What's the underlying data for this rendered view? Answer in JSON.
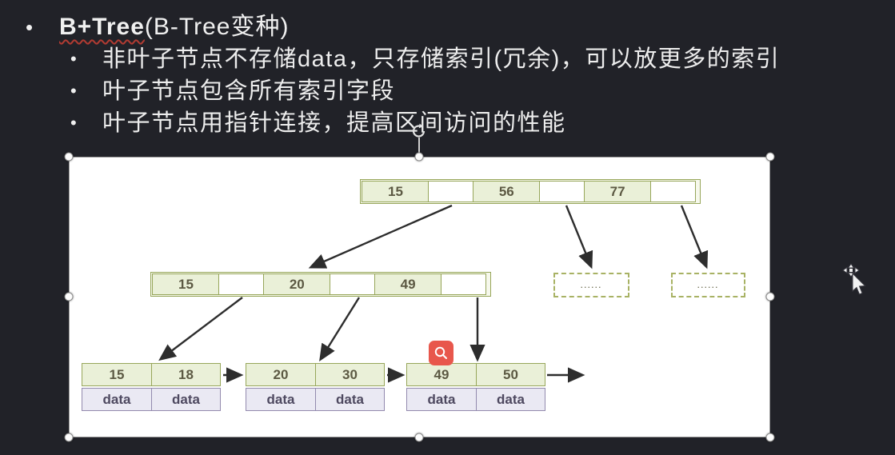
{
  "slide": {
    "bullet_glyph": "•",
    "title_emphasis": "B+Tree",
    "title_suffix": "(B-Tree变种)",
    "bullets": [
      "非叶子节点不存储data，只存储索引(冗余)，可以放更多的索引",
      "叶子节点包含所有索引字段",
      "叶子节点用指针连接，提高区间访问的性能"
    ]
  },
  "diagram": {
    "root_cells": [
      "15",
      "",
      "56",
      "",
      "77",
      ""
    ],
    "internal_cells": [
      "15",
      "",
      "20",
      "",
      "49",
      ""
    ],
    "dashed_left": "......",
    "dashed_right": "......",
    "leaves": [
      {
        "key1": "15",
        "key2": "18",
        "val1": "data",
        "val2": "data"
      },
      {
        "key1": "20",
        "key2": "30",
        "val1": "data",
        "val2": "data"
      },
      {
        "key1": "49",
        "key2": "50",
        "val1": "data",
        "val2": "data"
      }
    ]
  },
  "icons": {
    "magnifier": "magnifier-icon",
    "rotate_handle": "rotate-handle-icon",
    "move_cursor": "move-cursor-icon"
  },
  "colors": {
    "background": "#212228",
    "canvas": "#ffffff",
    "node_fill": "#eaf0d8",
    "node_border": "#97a65a",
    "data_fill": "#eae9f3",
    "data_border": "#938aae",
    "badge_red": "#e8574c",
    "arrow": "#2d2d2d",
    "title_underline": "#b23b32"
  }
}
